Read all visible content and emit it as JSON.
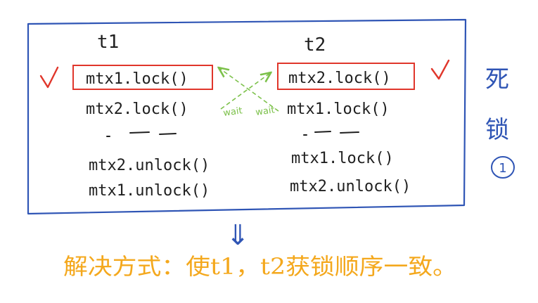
{
  "colors": {
    "ink": "#1f1f1f",
    "frame": "#2f55b5",
    "highlight": "#e0362b",
    "arrow": "#7cc14a",
    "solution": "#f4a81d"
  },
  "threads": [
    {
      "label": "t1",
      "lines": [
        "mtx1.lock()",
        "mtx2.lock()",
        "mtx2.unlock()",
        "mtx1.unlock()"
      ]
    },
    {
      "label": "t2",
      "lines": [
        "mtx2.lock()",
        "mtx1.lock()",
        "mtx1.lock()",
        "mtx2.unlock()"
      ]
    }
  ],
  "wait_labels": [
    "wait",
    "wait"
  ],
  "side_label": {
    "chars": [
      "死",
      "锁"
    ],
    "number": "1"
  },
  "arrow_symbol": "⇓",
  "solution_text": "解决方式：使t1，t2获锁顺序一致。"
}
